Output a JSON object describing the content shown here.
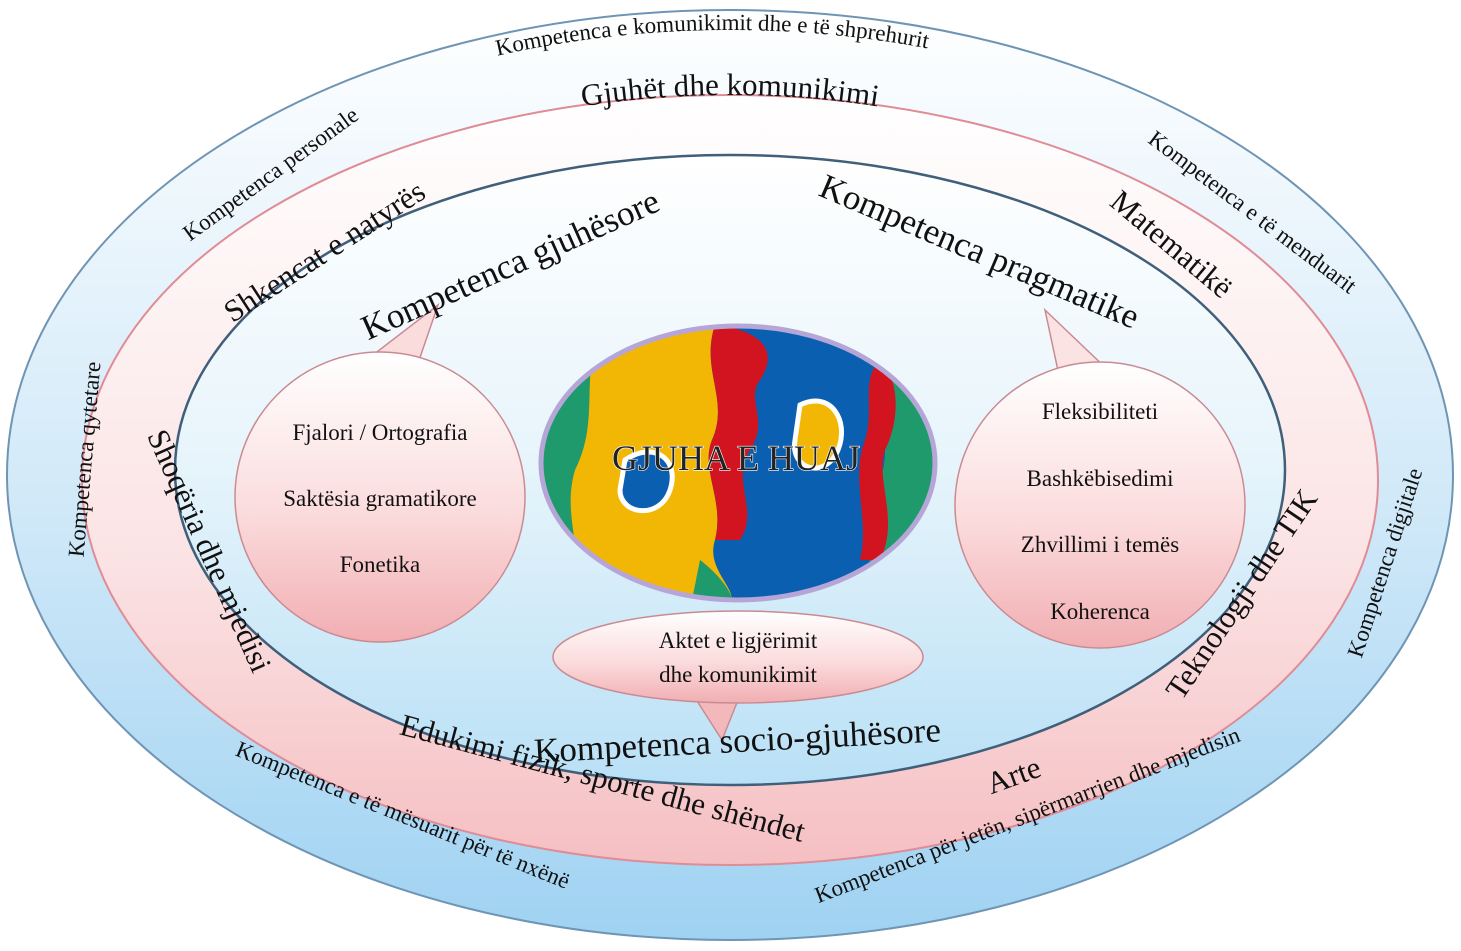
{
  "colors": {
    "outer_ring": "#a9d6f3",
    "middle_ring": "#f6c9cc",
    "inner_area": "#d8eef9",
    "bubble_fill": "#f4c2c5",
    "ring_stroke_outer": "#6b8fb0",
    "ring_stroke_mid": "#e58f98"
  },
  "outer_competences": {
    "top": "Kompetenca e komunikimit dhe e të shprehurit",
    "top_left": "Kompetenca personale",
    "top_right": "Kompetenca e të menduarit",
    "left": "Kompetenca qytetare",
    "right": "Kompetenca digjitale",
    "bottom_left": "Kompetenca e të mësuarit për të nxënë",
    "bottom_right": "Kompetenca për jetën, sipërmarrjen dhe mjedisin"
  },
  "learning_areas": {
    "top": "Gjuhët dhe komunikimi",
    "top_left": "Shkencat e natyrës",
    "top_right": "Matematikë",
    "left": "Shoqëria dhe mjedisi",
    "right": "Teknologji dhe TIK",
    "bottom": "Edukimi fizik, sporte dhe shëndet",
    "bottom_right": "Arte"
  },
  "language_competences": {
    "linguistic": "Kompetenca gjuhësore",
    "pragmatic": "Kompetenca pragmatike",
    "sociolinguistic": "Kompetenca socio-gjuhësore"
  },
  "bubble_left": [
    "Fjalori / Ortografia",
    "Saktësia gramatikore",
    "Fonetika"
  ],
  "bubble_right": [
    "Fleksibiliteti",
    "Bashkëbisedimi",
    "Zhvillimi i temës",
    "Koherenca"
  ],
  "bubble_bottom": [
    "Aktet e ligjërimit",
    "dhe komunikimit"
  ],
  "center": {
    "label": "GJUHA E HUAJ",
    "logo_icon": "faces-logo-icon"
  }
}
